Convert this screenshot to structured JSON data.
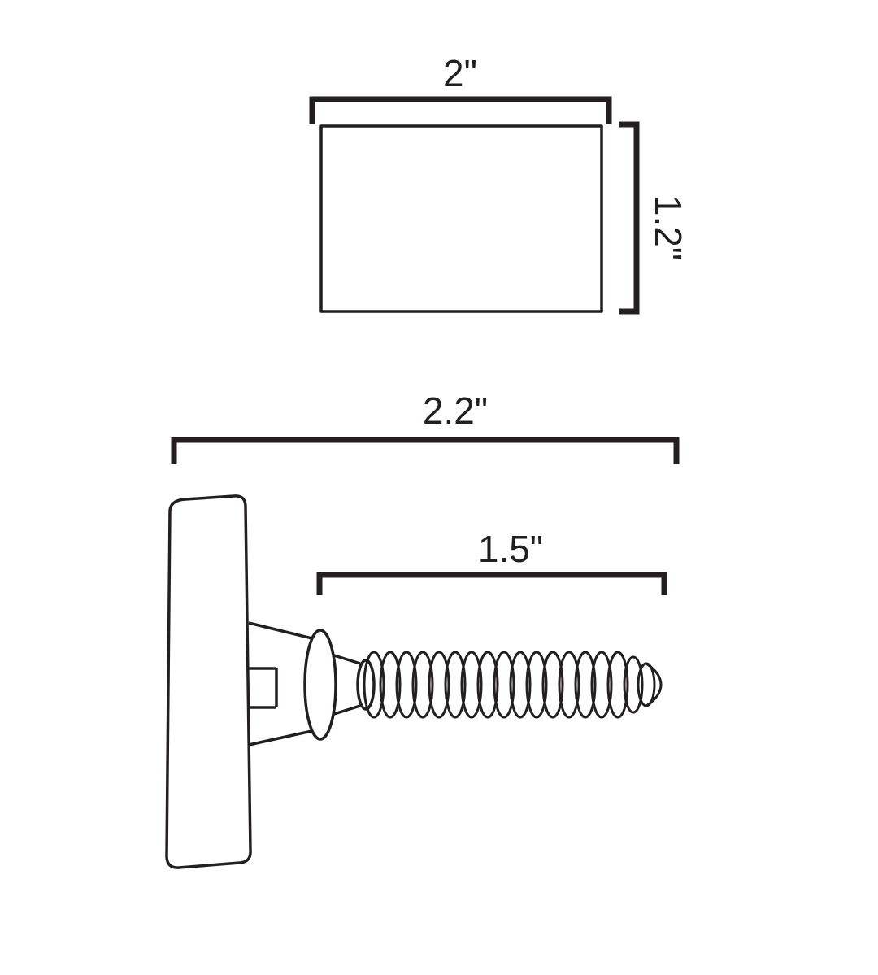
{
  "page": {
    "background": "#ffffff",
    "line_color": "#231f20",
    "description_labels": {
      "top_view_width": "2\"",
      "top_view_height": "1.2\"",
      "side_view_overall": "2.2\"",
      "side_view_thread": "1.5\""
    }
  },
  "top_view": {
    "width_dim": "2\"",
    "height_dim": "1.2\""
  },
  "side_view": {
    "overall_width_dim": "2.2\"",
    "thread_length_dim": "1.5\""
  }
}
